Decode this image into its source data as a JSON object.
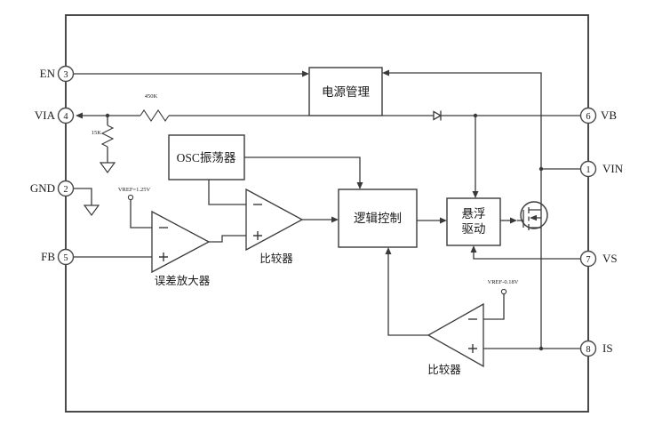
{
  "diagram": {
    "blocks": {
      "power_mgmt": "电源管理",
      "osc": "OSC振荡器",
      "logic": "逻辑控制",
      "float_drive_line1": "悬浮",
      "float_drive_line2": "驱动"
    },
    "labels": {
      "error_amp": "误差放大器",
      "comparator_mid": "比较器",
      "comparator_low": "比较器",
      "vref_top": "VREF=1.25V",
      "vref_low": "VREF-0.18V",
      "resistor_series": "450K",
      "resistor_shunt": "15K"
    },
    "pins": {
      "en": {
        "label": "EN",
        "number": "3"
      },
      "via": {
        "label": "VIA",
        "number": "4"
      },
      "gnd": {
        "label": "GND",
        "number": "2"
      },
      "fb": {
        "label": "FB",
        "number": "5"
      },
      "vb": {
        "label": "VB",
        "number": "6"
      },
      "vin": {
        "label": "VIN",
        "number": "1"
      },
      "vs": {
        "label": "VS",
        "number": "7"
      },
      "is": {
        "label": "IS",
        "number": "8"
      }
    },
    "colors": {
      "line": "#3a3a3a",
      "background": "#ffffff"
    }
  }
}
